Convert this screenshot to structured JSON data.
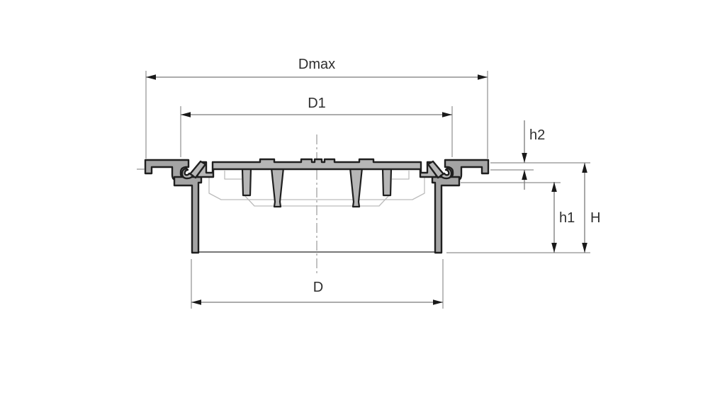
{
  "colors": {
    "outline": "#1f1f1f",
    "frame_fill": "#a4a4a4",
    "cover_fill": "#b6b6b6",
    "dimension_line": "#7a7a7a",
    "hidden_line": "#bcbcbc",
    "background": "#ffffff"
  },
  "dimensions": {
    "dmax": {
      "label": "Dmax"
    },
    "d1": {
      "label": "D1"
    },
    "d": {
      "label": "D"
    },
    "h1": {
      "label": "h1"
    },
    "h2": {
      "label": "h2"
    },
    "h": {
      "label": "H"
    }
  }
}
